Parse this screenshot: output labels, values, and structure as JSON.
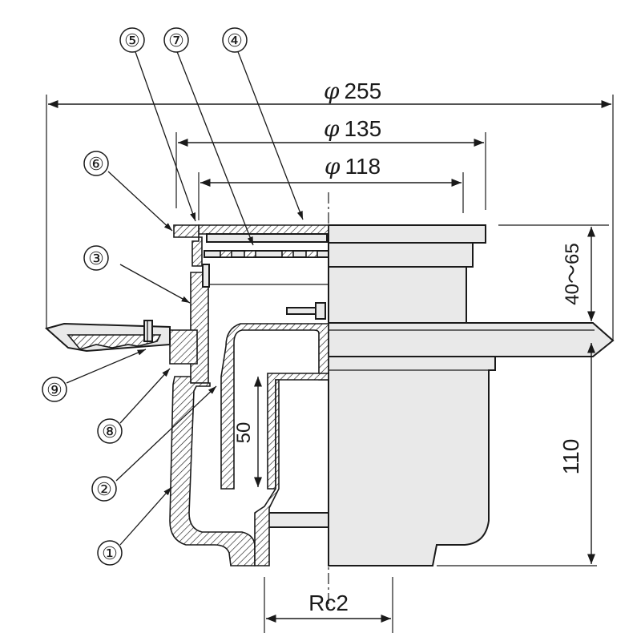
{
  "dimensions": {
    "d255": "255",
    "d135": "135",
    "d118": "118",
    "h40_65": "40～65",
    "h110": "110",
    "h50": "50",
    "thread": "Rc2",
    "phi_symbol": "φ"
  },
  "part_numbers": [
    "①",
    "②",
    "③",
    "④",
    "⑤",
    "⑥",
    "⑦",
    "⑧",
    "⑨"
  ]
}
